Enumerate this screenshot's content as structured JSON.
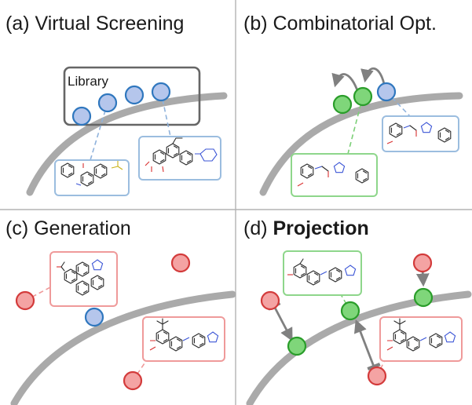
{
  "panels": {
    "a": {
      "label": "(a) Virtual Screening",
      "library_label": "Library"
    },
    "b": {
      "label": "(b) Combinatorial Opt."
    },
    "c": {
      "label": "(c) Generation"
    },
    "d": {
      "prefix": "(d) ",
      "label": "Projection"
    }
  },
  "colors": {
    "blue_fill": "#b5c6ec",
    "blue_stroke": "#2f77be",
    "green_fill": "#7fd67a",
    "green_stroke": "#2a9d2a",
    "red_fill": "#f4a3a3",
    "red_stroke": "#d33b3b",
    "curve": "#aaaaaa",
    "divider": "#b3b3b3",
    "box_blue": "#9bbddf",
    "box_green": "#8ed68b",
    "box_red": "#ef9a9a",
    "library_box": "#666666"
  }
}
